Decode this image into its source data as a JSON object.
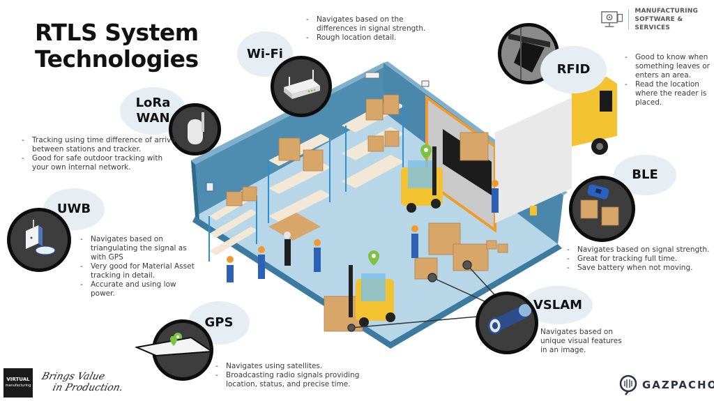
{
  "title": {
    "line1": "RTLS System",
    "line2": "Technologies"
  },
  "brand_top": {
    "icon": "monitor-gear-icon",
    "line1": "MANUFACTURING",
    "line2": "SOFTWARE & SERVICES"
  },
  "technologies": {
    "wifi": {
      "label": "Wi-Fi",
      "icon": "wifi-router-icon",
      "points": [
        "Navigates based on the differences in signal strength.",
        "Rough location detail."
      ]
    },
    "lorawan": {
      "label_line1": "LoRa",
      "label_line2": "WAN",
      "icon": "lora-gateway-icon",
      "points": [
        "Tracking using time difference of arrival between stations and tracker.",
        "Good for safe outdoor tracking with your own internal network."
      ]
    },
    "uwb": {
      "label": "UWB",
      "icon": "uwb-anchor-icon",
      "points": [
        "Navigates based on triangulating the signal as with GPS",
        "Very good for Material Asset tracking in detail.",
        "Accurate and using low power."
      ]
    },
    "gps": {
      "label": "GPS",
      "icon": "gps-map-pin-icon",
      "points": [
        "Navigates using satellites.",
        "Broadcasting radio signals providing location, status, and precise time."
      ]
    },
    "rfid": {
      "label": "RFID",
      "icon": "rfid-reader-icon",
      "points": [
        "Good to know when something leaves or enters an area.",
        "Read the location where the reader is placed."
      ]
    },
    "ble": {
      "label": "BLE",
      "icon": "ble-tag-boxes-icon",
      "points": [
        "Navigates based on signal strength.",
        "Great for tracking full time.",
        "Save battery when not moving."
      ]
    },
    "vslam": {
      "label": "VSLAM",
      "icon": "camera-icon",
      "text": "Navigates based on unique visual features in an image."
    }
  },
  "footer": {
    "virtual_line1": "VIRTUAL",
    "virtual_line2": "manufacturing",
    "slogan_line1": "Brings Value",
    "slogan_line2": "in Production.",
    "gazpacho": "GAZPACHO",
    "gazpacho_icon": "gazpacho-brain-pin-icon"
  },
  "colors": {
    "wall": "#4f8db0",
    "floor": "#b7d6e8",
    "bubble": "#e6edf3",
    "icon_bg": "#3d3d3d",
    "box": "#d9a66a",
    "forklift": "#f2c230",
    "pin": "#7cc243"
  }
}
